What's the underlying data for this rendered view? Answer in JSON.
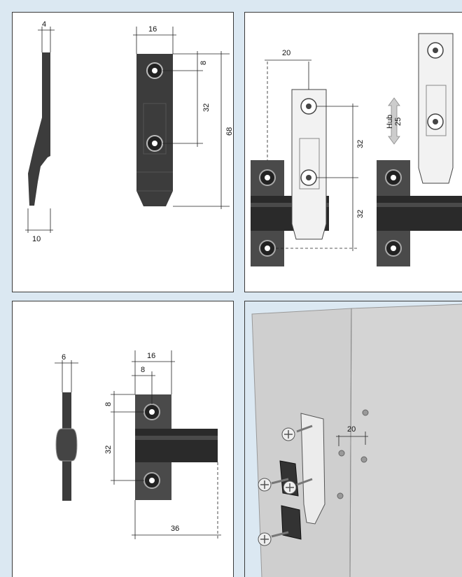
{
  "panels": {
    "top_left": {
      "dims": {
        "side_width": "4",
        "side_base": "10",
        "front_width": "16",
        "top_offset": "8",
        "hole_spacing": "32",
        "total_height": "68"
      }
    },
    "top_right": {
      "dims": {
        "offset": "20",
        "upper_spacing": "32",
        "lower_spacing": "32",
        "hub_label": "Hub",
        "hub_value": "25"
      }
    },
    "bottom_left": {
      "dims": {
        "side_width": "6",
        "front_width": "16",
        "hole_offset": "8",
        "top_offset": "8",
        "hole_spacing": "32",
        "bar_length": "36"
      }
    },
    "bottom_right": {
      "dims": {
        "hole_spacing": "20"
      }
    }
  },
  "colors": {
    "part_dark": "#3c3c3c",
    "part_light": "#f2f2f2",
    "bar": "#2a2a2a",
    "wall": "#cfcfcf",
    "dim_line": "#222222"
  }
}
